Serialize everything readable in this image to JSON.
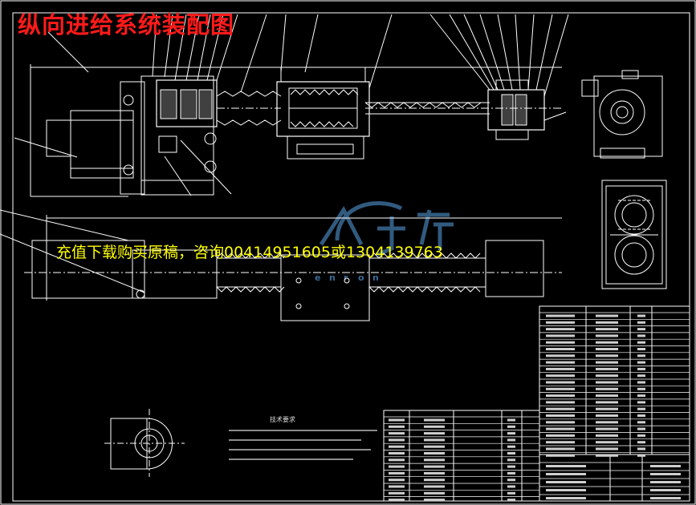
{
  "drawing_title": "纵向进给系统装配图",
  "watermark_text": "充值下载购买原稿，咨询00414951605或1304139763",
  "technical_requirements_heading": "技术要求",
  "colors": {
    "background": "#000000",
    "lines": "#ffffff",
    "title": "#ff1a1a",
    "watermark": "#ffff00",
    "logo": "#3a6a95"
  }
}
